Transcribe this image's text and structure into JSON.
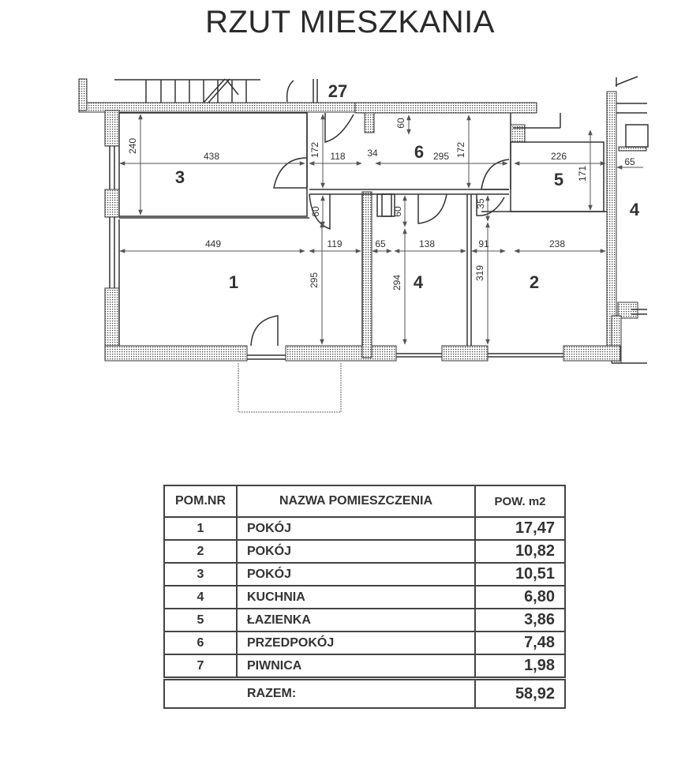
{
  "title": "RZUT MIESZKANIA",
  "plan": {
    "labels": {
      "stair_number": "27",
      "neighbor_room": "4"
    },
    "rooms": [
      {
        "number": "1",
        "name": "POKÓJ"
      },
      {
        "number": "2",
        "name": "POKÓJ"
      },
      {
        "number": "3",
        "name": "POKÓJ"
      },
      {
        "number": "4",
        "name": "KUCHNIA"
      },
      {
        "number": "5",
        "name": "ŁAZIENKA"
      },
      {
        "number": "6",
        "name": "PRZEDPOKÓJ"
      }
    ],
    "dimensions": {
      "room3_width": "438",
      "room3_height": "240",
      "corridor_left_height": "172",
      "corridor_left_width": "118",
      "corridor_wall": "34",
      "room6_width": "295",
      "room6_niche": "60",
      "room6_height": "172",
      "room5_width": "226",
      "room5_height": "171",
      "outer_wall": "65",
      "door1_depth": "60",
      "door4_depth": "60",
      "door2_depth": "35",
      "room1_width": "449",
      "room1_extra_width": "119",
      "room1_height": "295",
      "wall_4": "65",
      "room4_width": "138",
      "room4_height": "294",
      "room2_extra_width": "91",
      "room2_width": "238",
      "room2_height": "319"
    }
  },
  "table": {
    "headers": [
      "POM.NR",
      "NAZWA POMIESZCZENIA",
      "POW. m2"
    ],
    "rows": [
      {
        "nr": "1",
        "name": "POKÓJ",
        "area": "17,47"
      },
      {
        "nr": "2",
        "name": "POKÓJ",
        "area": "10,82"
      },
      {
        "nr": "3",
        "name": "POKÓJ",
        "area": "10,51"
      },
      {
        "nr": "4",
        "name": "KUCHNIA",
        "area": "6,80"
      },
      {
        "nr": "5",
        "name": "ŁAZIENKA",
        "area": "3,86"
      },
      {
        "nr": "6",
        "name": "PRZEDPOKÓJ",
        "area": "7,48"
      },
      {
        "nr": "7",
        "name": "PIWNICA",
        "area": "1,98"
      }
    ],
    "total_label": "RAZEM:",
    "total_area": "58,92"
  }
}
